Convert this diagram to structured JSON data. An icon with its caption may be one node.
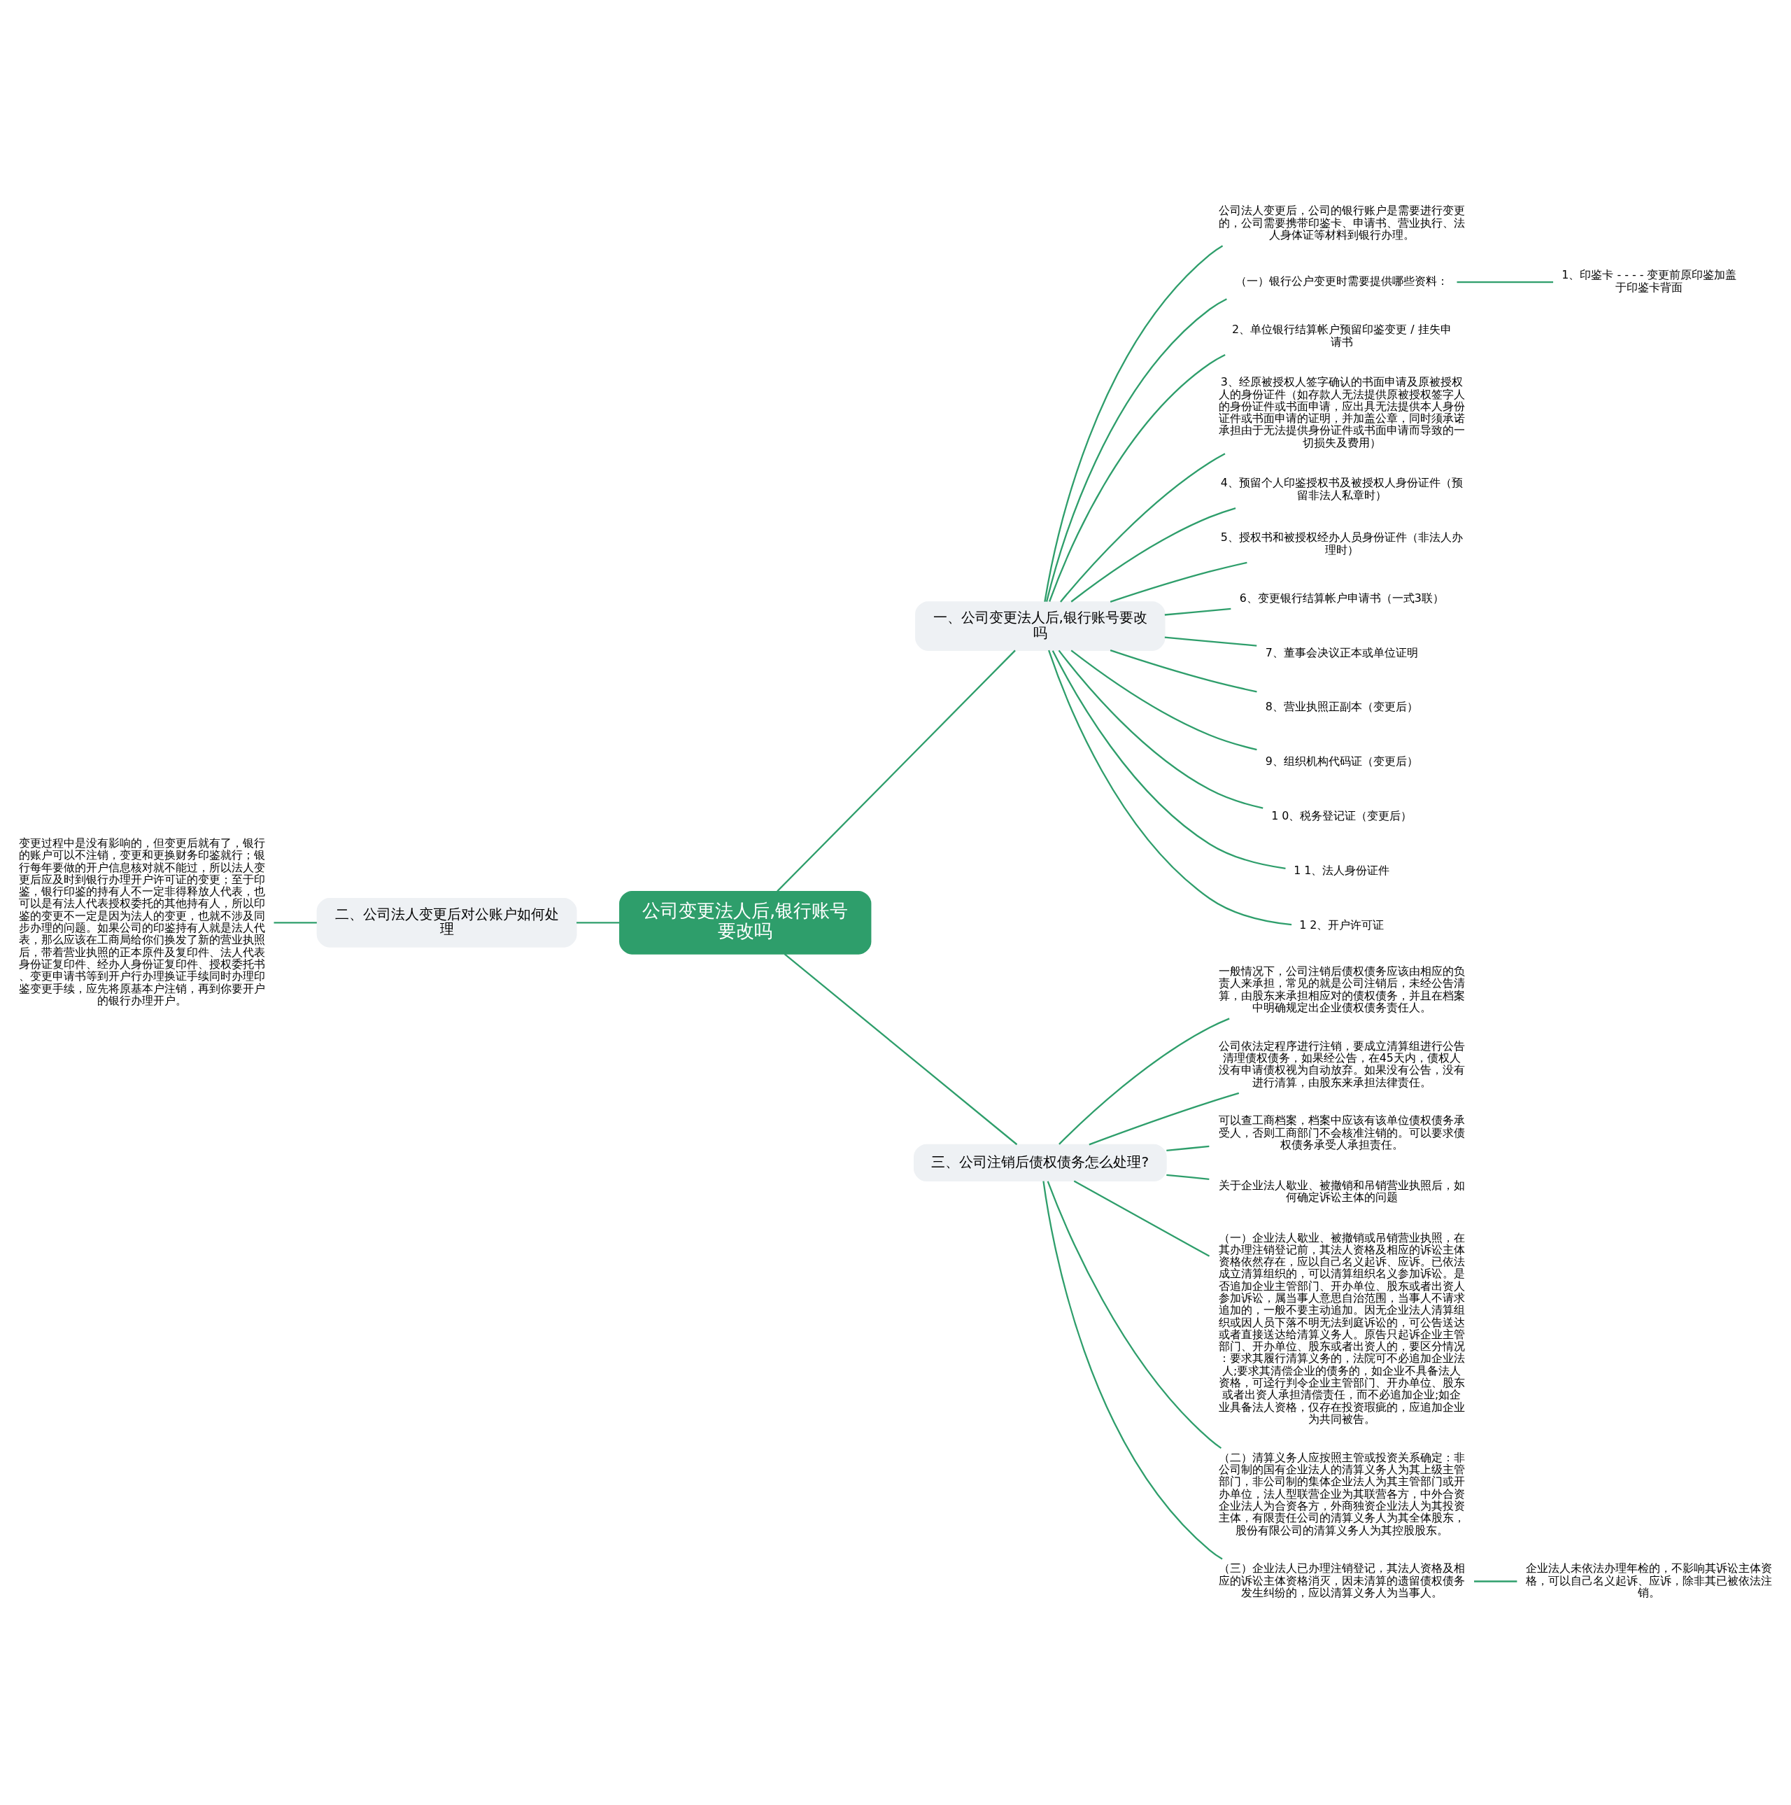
{
  "diagram": {
    "nodes": [
      {
        "text": [
          "公司变更法人后,银行账号要改吗"
        ]
      },
      {
        "text": [
          "一、公司变更法人后,银行账号要改吗"
        ]
      },
      {
        "text": [
          "公司法人变更后，公司的银行账户是需要进行变更的，公司需要携带印鉴卡、申请书、营业执行、法人身体证等材料到银行办理。"
        ]
      },
      {
        "text": [
          "（一）银行公户变更时需要提供哪些资料："
        ]
      },
      {
        "text": [
          "1、印鉴卡 - - - - 变更前原印鉴加盖于印鉴卡背面"
        ]
      },
      {
        "text": [
          "2、单位银行结算帐户预留印鉴变更 / 挂失申请书"
        ]
      },
      {
        "text": [
          "3、经原被授权人签字确认的书面申请及原被授权人的身份证件（如存款人无法提供原被授权签字人的身份证件或书面申请，应出具无法提供本人身份证件或书面申请的证明，并加盖公章，同时须承诺承担由于无法提供身份证件或书面申请而导致的一切损失及费用）"
        ]
      },
      {
        "text": [
          "4、预留个人印鉴授权书及被授权人身份证件（预留非法人私章时）"
        ]
      },
      {
        "text": [
          "5、授权书和被授权经办人员身份证件（非法人办理时）"
        ]
      },
      {
        "text": [
          "6、变更银行结算帐户申请书（一式3联）"
        ]
      },
      {
        "text": [
          "7、董事会决议正本或单位证明"
        ]
      },
      {
        "text": [
          "8、营业执照正副本（变更后）"
        ]
      },
      {
        "text": [
          "9、组织机构代码证（变更后）"
        ]
      },
      {
        "text": [
          "1 0、税务登记证（变更后）"
        ]
      },
      {
        "text": [
          "1 1、法人身份证件"
        ]
      },
      {
        "text": [
          "1 2、开户许可证"
        ]
      },
      {
        "text": [
          "二、公司法人变更后对公账户如何处理"
        ]
      },
      {
        "text": [
          "变更过程中是没有影响的，但变更后就有了，银行的账户可以不注销，变更和更换财务印鉴就行；银行每年要做的开户信息核对就不能过，所以法人变更后应及时到银行办理开户许可证的变更；至于印鉴，银行印鉴的持有人不一定非得释放人代表，也可以是有法人代表授权委托的其他持有人，所以印鉴的变更不一定是因为法人的变更，也就不涉及同步办理的问题。如果公司的印鉴持有人就是法人代表，那么应该在工商局给你们换发了新的营业执照后，带着营业执照的正本原件及复印件、法人代表身份证复印件、经办人身份证复印件、授权委托书、变更申请书等到开户行办理换证手续同时办理印鉴变更手续，应先将原基本户注销，再到你要开户的银行办理开户。"
        ]
      },
      {
        "text": [
          "三、公司注销后债权债务怎么处理?"
        ]
      },
      {
        "text": [
          "一般情况下，公司注销后债权债务应该由相应的负责人来承担，常见的就是公司注销后，未经公告清算，由股东来承担相应对的债权债务，并且在档案中明确规定出企业债权债务责任人。"
        ]
      },
      {
        "text": [
          "公司依法定程序进行注销，要成立清算组进行公告清理债权债务，如果经公告，在45天内，债权人没有申请债权视为自动放弃。如果没有公告，没有进行清算，由股东来承担法律责任。"
        ]
      },
      {
        "text": [
          "可以查工商档案，档案中应该有该单位债权债务承受人，否则工商部门不会核准注销的。可以要求债权债务承受人承担责任。"
        ]
      },
      {
        "text": [
          "关于企业法人歇业、被撤销和吊销营业执照后，如何确定诉讼主体的问题"
        ]
      },
      {
        "text": [
          "（一）企业法人歇业、被撤销或吊销营业执照，在其办理注销登记前，其法人资格及相应的诉讼主体资格依然存在，应以自己名义起诉、应诉。已依法成立清算组织的，可以清算组织名义参加诉讼。是否追加企业主管部门、开办单位、股东或者出资人参加诉讼，属当事人意思自治范围，当事人不请求追加的，一般不要主动追加。因无企业法人清算组织或因人员下落不明无法到庭诉讼的，可公告送达或者直接送达给清算义务人。原告只起诉企业主管部门、开办单位、股东或者出资人的，要区分情况：要求其履行清算义务的，法院可不必追加企业法人;要求其清偿企业的债务的，如企业不具备法人资格，可迳行判令企业主管部门、开办单位、股东或者出资人承担清偿责任，而不必追加企业;如企业具备法人资格，仅存在投资瑕疵的，应追加企业为共同被告。"
        ]
      },
      {
        "text": [
          "（二）清算义务人应按照主管或投资关系确定：非公司制的国有企业法人的清算义务人为其上级主管部门，非公司制的集体企业法人为其主管部门或开办单位，法人型联营企业为其联营各方，中外合资企业法人为合资各方，外商独资企业法人为其投资主体，有限责任公司的清算义务人为其全体股东，股份有限公司的清算义务人为其控股股东。"
        ]
      },
      {
        "text": [
          "（三）企业法人已办理注销登记，其法人资格及相应的诉讼主体资格消灭，因未清算的遗留债权债务发生纠纷的，应以清算义务人为当事人。"
        ]
      },
      {
        "text": [
          "企业法人未依法办理年检的，不影响其诉讼主体资格，可以自己名义起诉、应诉，除非其已被依法注销。"
        ]
      }
    ],
    "edges": [
      {
        "from": 0,
        "to": 1,
        "arrow": "none"
      },
      {
        "from": 1,
        "to": 2,
        "arrow": "none"
      },
      {
        "from": 1,
        "to": 3,
        "arrow": "none"
      },
      {
        "from": 3,
        "to": 4,
        "arrow": "none"
      },
      {
        "from": 1,
        "to": 5,
        "arrow": "none"
      },
      {
        "from": 1,
        "to": 6,
        "arrow": "none"
      },
      {
        "from": 1,
        "to": 7,
        "arrow": "none"
      },
      {
        "from": 1,
        "to": 8,
        "arrow": "none"
      },
      {
        "from": 1,
        "to": 9,
        "arrow": "none"
      },
      {
        "from": 1,
        "to": 10,
        "arrow": "none"
      },
      {
        "from": 1,
        "to": 11,
        "arrow": "none"
      },
      {
        "from": 1,
        "to": 12,
        "arrow": "none"
      },
      {
        "from": 1,
        "to": 13,
        "arrow": "none"
      },
      {
        "from": 1,
        "to": 14,
        "arrow": "none"
      },
      {
        "from": 1,
        "to": 15,
        "arrow": "none"
      },
      {
        "from": 0,
        "to": 16,
        "arrow": "none"
      },
      {
        "from": 16,
        "to": 17,
        "arrow": "none"
      },
      {
        "from": 0,
        "to": 18,
        "arrow": "none"
      },
      {
        "from": 18,
        "to": 19,
        "arrow": "none"
      },
      {
        "from": 18,
        "to": 20,
        "arrow": "none"
      },
      {
        "from": 18,
        "to": 21,
        "arrow": "none"
      },
      {
        "from": 18,
        "to": 22,
        "arrow": "none"
      },
      {
        "from": 18,
        "to": 23,
        "arrow": "none"
      },
      {
        "from": 18,
        "to": 24,
        "arrow": "none"
      },
      {
        "from": 18,
        "to": 25,
        "arrow": "none"
      },
      {
        "from": 25,
        "to": 26,
        "arrow": "none"
      }
    ]
  }
}
